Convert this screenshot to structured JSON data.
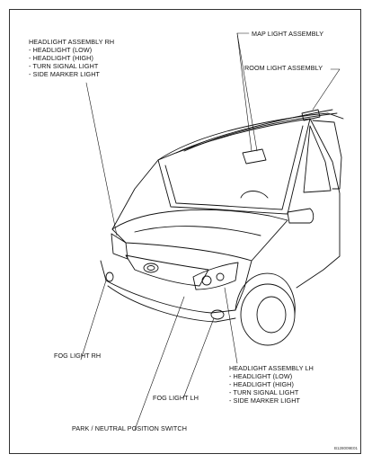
{
  "labels": {
    "headlight_rh": {
      "title": "HEADLIGHT ASSEMBLY RH",
      "items": [
        "- HEADLIGHT (LOW)",
        "- HEADLIGHT (HIGH)",
        "- TURN SIGNAL LIGHT",
        "- SIDE MARKER LIGHT"
      ]
    },
    "map_light": "MAP LIGHT ASSEMBLY",
    "room_light": "ROOM LIGHT ASSEMBLY",
    "fog_light_rh": "FOG LIGHT RH",
    "fog_light_lh": "FOG LIGHT LH",
    "park_neutral_switch": "PARK / NEUTRAL POSITION SWITCH",
    "headlight_lh": {
      "title": "HEADLIGHT ASSEMBLY LH",
      "items": [
        "- HEADLIGHT (LOW)",
        "- HEADLIGHT (HIGH)",
        "- TURN SIGNAL LIGHT",
        "- SIDE MARKER LIGHT"
      ]
    }
  },
  "figure_code": "B128009E01"
}
